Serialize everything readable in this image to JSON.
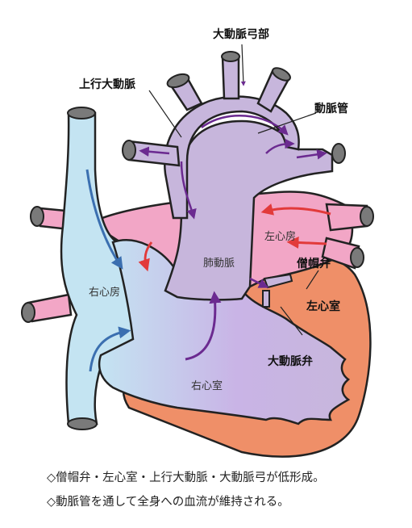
{
  "labels": {
    "aortic_arch": "大動脈弓部",
    "ascending_aorta": "上行大動脈",
    "ductus": "動脈管",
    "left_atrium": "左心房",
    "pulmonary_artery": "肺動脈",
    "mitral_valve": "僧帽弁",
    "right_atrium": "右心房",
    "left_ventricle": "左心室",
    "aortic_valve": "大動脈弁",
    "right_ventricle": "右心室"
  },
  "captions": [
    "◇僧帽弁・左心室・上行大動脈・大動脈弓が低形成。",
    "◇動脈管を通して全身への血流が維持される。"
  ],
  "colors": {
    "vena_cava": "#c4e4f2",
    "right_atrium_blend": "#c9a8e0",
    "pulmonary": "#c7b6dc",
    "left_atrium": "#f2a6c6",
    "left_ventricle": "#ef8f68",
    "vessel_cap": "#7a7a7a",
    "outline": "#222222",
    "arrow_blue": "#3b6fb0",
    "arrow_purple": "#6b2a90",
    "arrow_red": "#e23a3a"
  }
}
